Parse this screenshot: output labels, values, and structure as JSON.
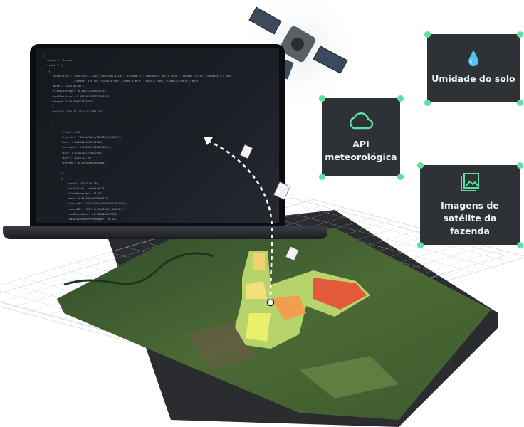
{
  "laptop_code": {
    "lines": [
      "{",
      "  \"status\": \"succes\"",
      "  \"result\": [",
      "    {",
      "      \"satellites\": \"Sentinel-2 L2A\",\"Sentinel-2 L1C\",\"Landsat 9\",\"Landsat 8 OLI + TIRS\",\"Landsat 7 ETM+\",\"Landsat 4-5 MSS\"",
      "                    \"Landsat 4-5 TM\",\"CBERS-4 MUX\",\"CBERS-4 WFI\",\"CBERS-4 PAN5\",\"CBERS-4 PAN10\",\"NAIP\"",
      "      \"date\": \"2025-06-01\",",
      "      \"cloudCoverage\": 0.2807113859726787,",
      "      \"sunElevation\": 0.0803021598713445837,",
      "      \"shape\": 0.1543086171560075,",
      "      }",
      "      \"tools\": \"PAX 1\",\"GLP 2\",\"WFI 15\"",
      "",
      "      {,",
      "      }",
      "            \"cloud\": 0.0,",
      "            \"view_id\": \"S2L2A/20/V/PB/2021/2/26/0\",",
      "            \"max\": 0.36153046979141135,",
      "            \"variance\": 0.002354791808180714,",
      "            \"min\": 0.37351287239627036,",
      "            \"date\": \"2021-02-26\",",
      "            \"average\": 0.2769608619765847,",
      "",
      "            {,",
      "            }",
      "                \"date\": \"2025-05-29\",",
      "                \"satellite\": \"sentinel2\",",
      "                \"cloudCoverage\": 71.56,",
      "                \"sec\": 0.08109810621016132,",
      "                \"view_id\": \"S2L2A/20/K/PB/2021/3/26/0\",",
      "                \"sceneID\": \"S2Btile_20190629_20KLJ_0\",",
      "                \"sunElevation\": 67.9868482017997,",
      "                \"dataCoveragePercentage\": 98.95,"
    ]
  },
  "cards": {
    "soil": {
      "label": "Umidade do solo",
      "icon": "soil-moisture-icon"
    },
    "weather": {
      "label": "API meteorológica",
      "icon": "cloud-icon"
    },
    "imagery": {
      "label": "Imagens de satélite da fazenda",
      "icon": "image-icon"
    }
  },
  "colors": {
    "accent": "#5fe0a0",
    "card_bg": "#2e3135",
    "card_text": "#e8f5ee"
  }
}
